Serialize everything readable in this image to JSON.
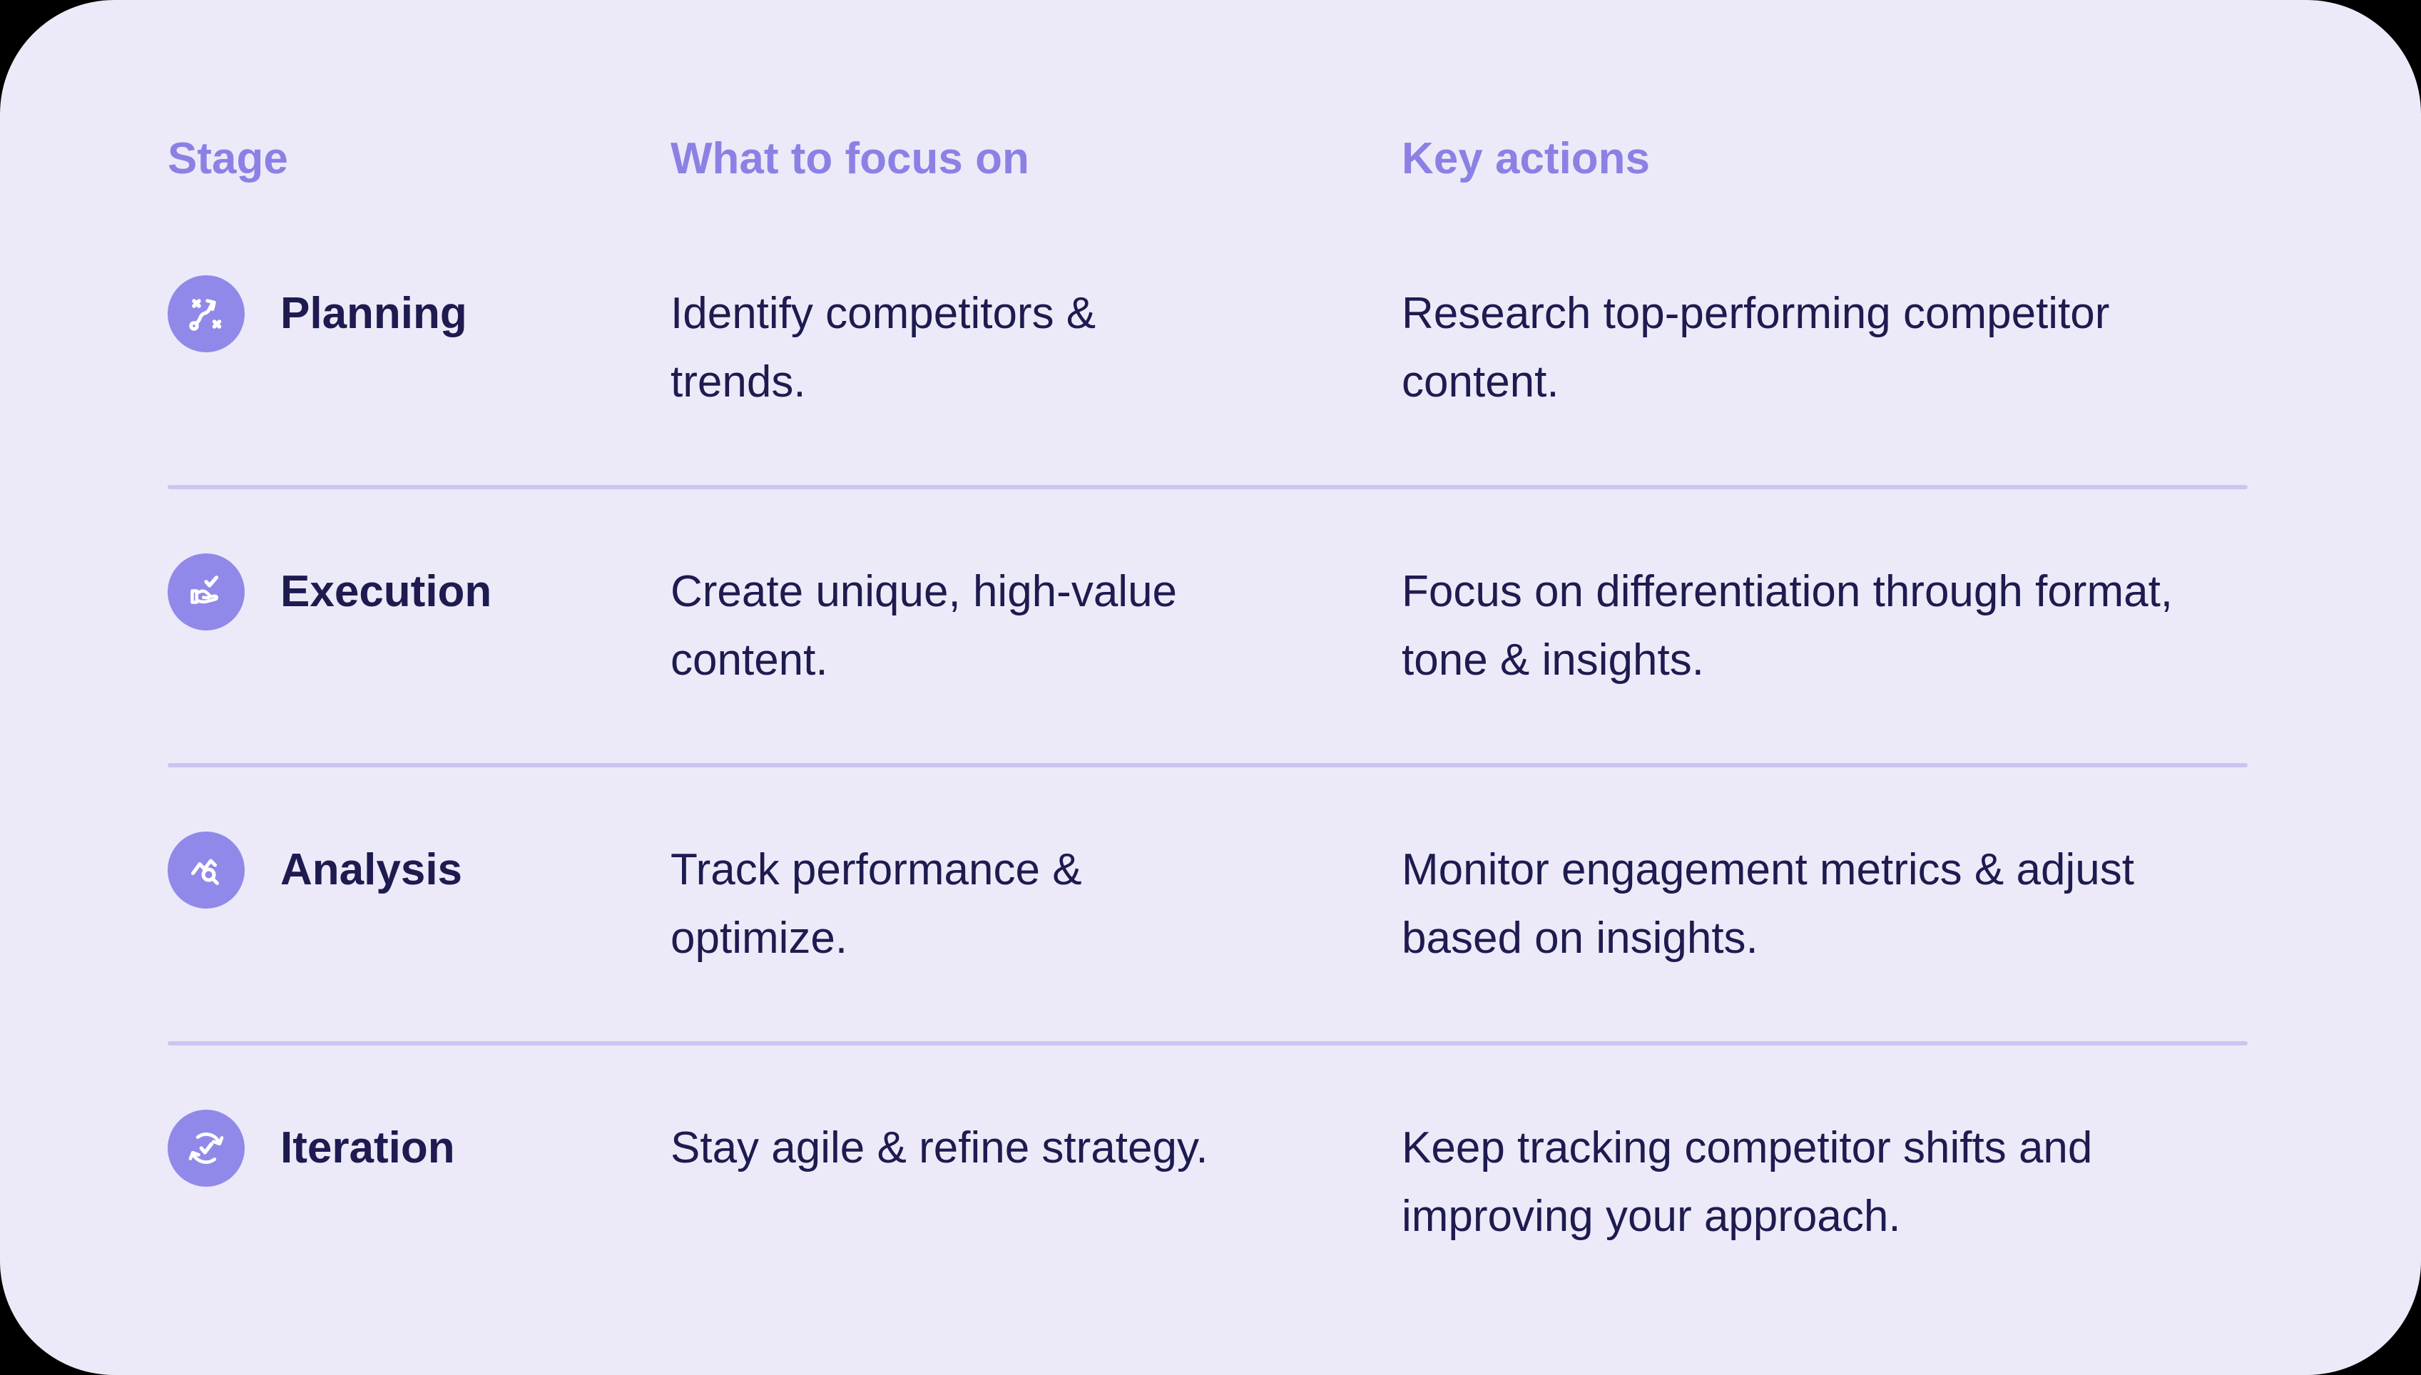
{
  "colors": {
    "page_bg": "#000000",
    "card_bg": "#ECEAF8",
    "header_text": "#8B81E4",
    "badge_bg": "#9189E9",
    "body_text": "#1D1B4F",
    "divider": "#CBC5F1",
    "icon_stroke": "#FFFFFF"
  },
  "table": {
    "columns": [
      "Stage",
      "What to focus on",
      "Key actions"
    ],
    "rows": [
      {
        "stage": "Planning",
        "icon": "strategy-path-icon",
        "focus": "Identify competitors & trends.",
        "actions": "Research top-performing competitor content."
      },
      {
        "stage": "Execution",
        "icon": "hand-check-icon",
        "focus": "Create unique, high-value content.",
        "actions": "Focus on differentiation through format, tone & insights."
      },
      {
        "stage": "Analysis",
        "icon": "chart-magnifier-icon",
        "focus": "Track performance & optimize.",
        "actions": "Monitor engagement metrics & adjust based on insights."
      },
      {
        "stage": "Iteration",
        "icon": "sync-check-icon",
        "focus": "Stay agile & refine strategy.",
        "actions": "Keep tracking competitor shifts and improving your approach."
      }
    ]
  }
}
